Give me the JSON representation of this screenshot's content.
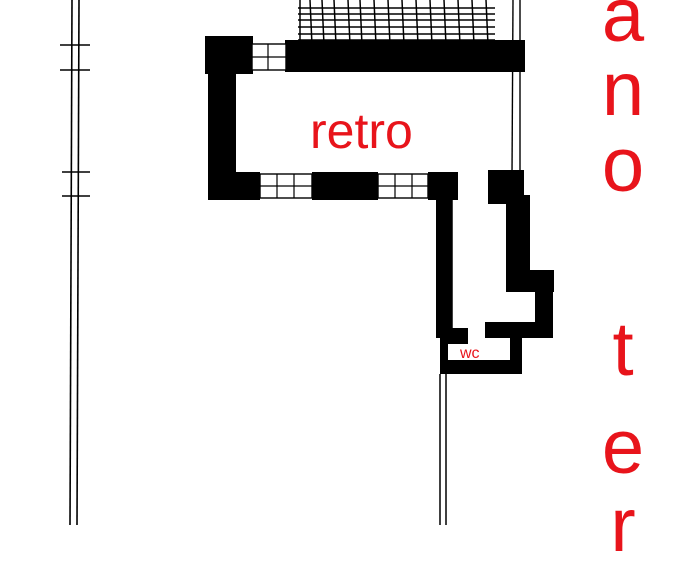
{
  "labels": {
    "room_retro": "retro",
    "room_wc": "wc"
  },
  "side_text": {
    "letters": [
      "a",
      "n",
      "o",
      "t",
      "e",
      "r"
    ]
  },
  "colors": {
    "label_red": "#e8141b",
    "wall": "#000000"
  }
}
